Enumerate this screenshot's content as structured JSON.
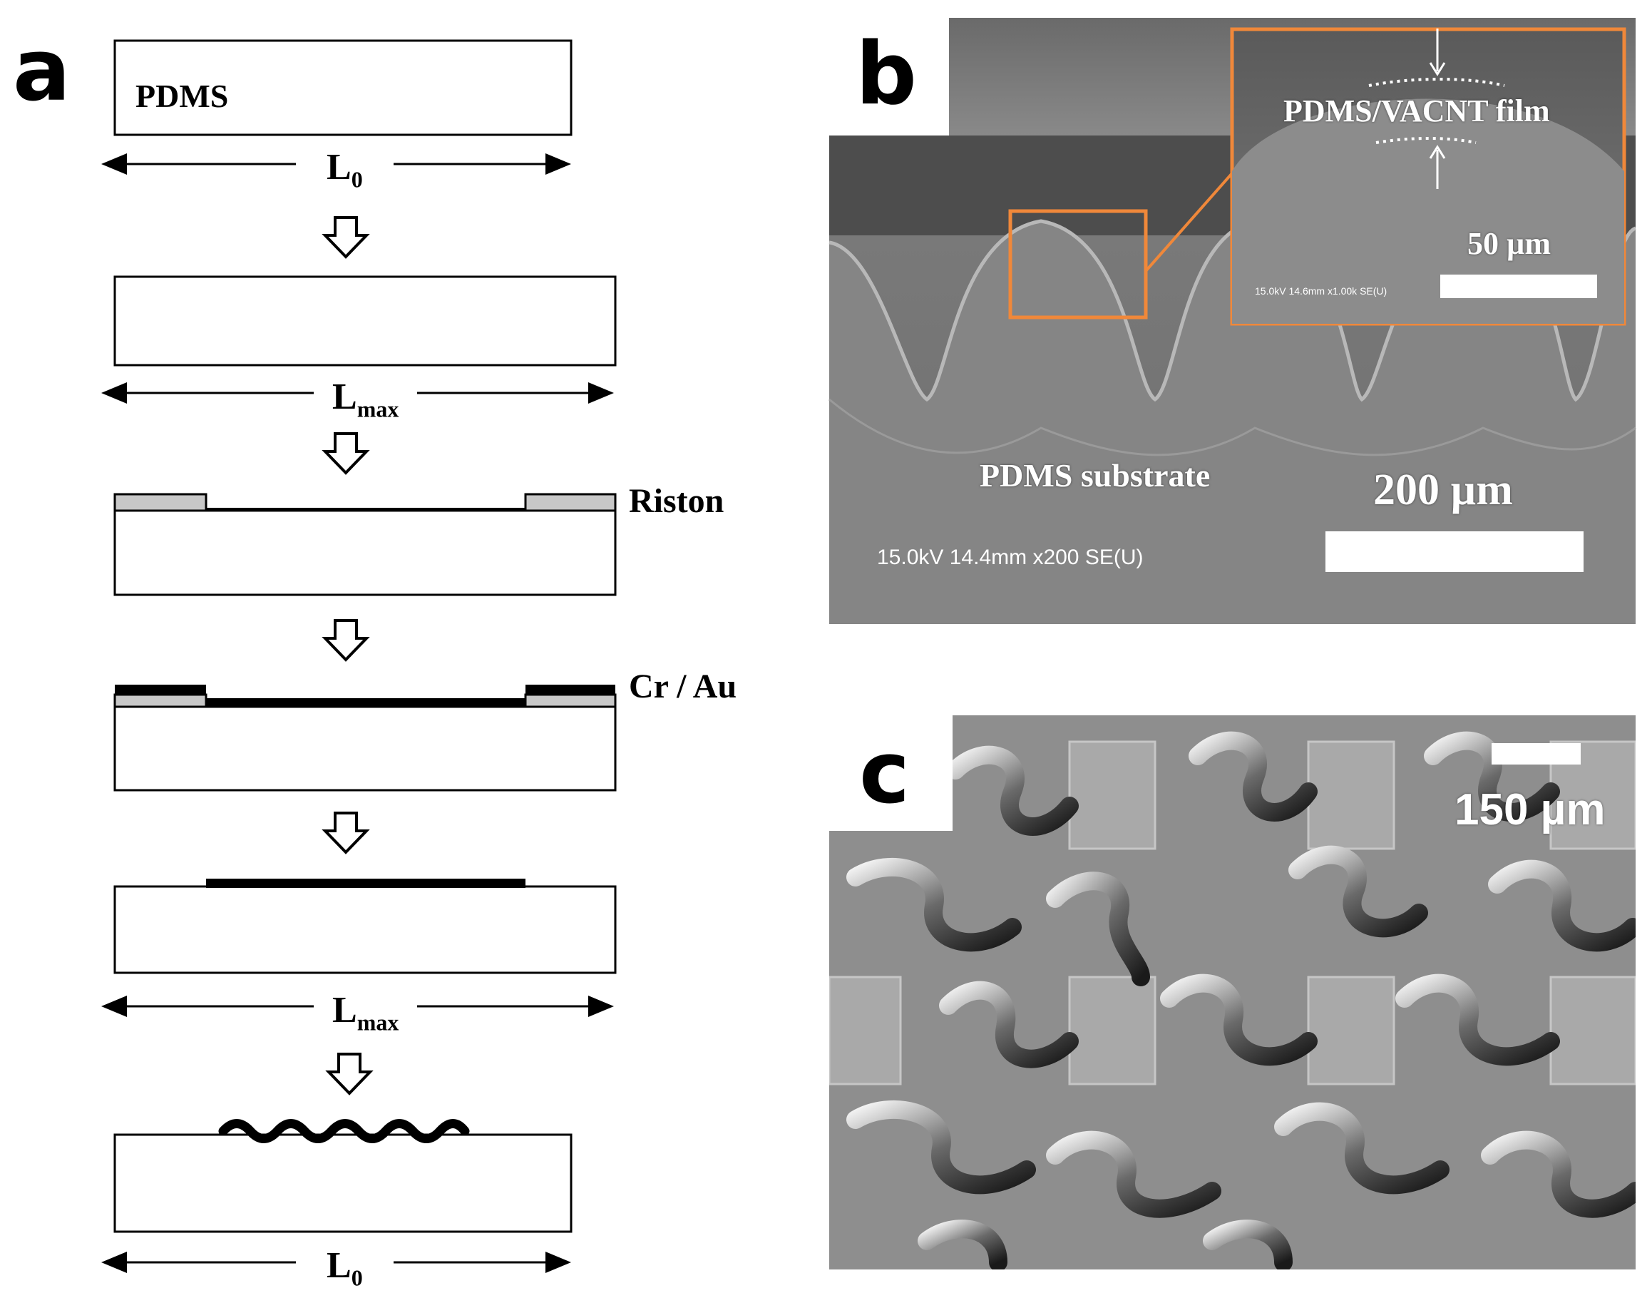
{
  "panel_a": {
    "letter": "a",
    "pdms_label": "PDMS",
    "riston_label": "Riston",
    "cr_au_label": "Cr / Au",
    "lengths": [
      {
        "main": "L",
        "sub": "0"
      },
      {
        "main": "L",
        "sub": "max"
      },
      {
        "main": "L",
        "sub": "max"
      },
      {
        "main": "L",
        "sub": "0"
      }
    ]
  },
  "panel_b": {
    "letter": "b",
    "inset_label": "PDMS/VACNT film",
    "inset_scale": "50 µm",
    "inset_meta": "15.0kV 14.6mm x1.00k SE(U)",
    "substrate_label": "PDMS substrate",
    "scale": "200 µm",
    "meta": "15.0kV 14.4mm x200 SE(U)",
    "accent_color": "#f0883a"
  },
  "panel_c": {
    "letter": "c",
    "scale": "150 µm"
  }
}
